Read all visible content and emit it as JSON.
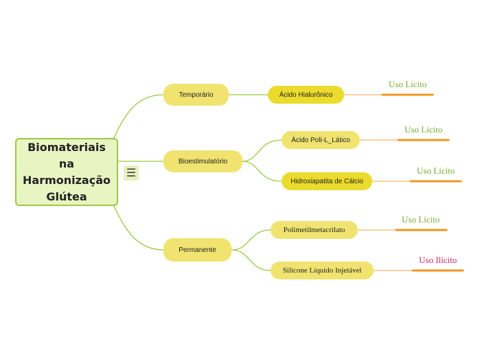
{
  "root": {
    "title": "Biomateriais\nna\nHarmonização\nGlútea"
  },
  "menu_icon": "hamburger-menu-icon",
  "colors": {
    "branch": "#9bc93c",
    "thin_line": "#f3a64a",
    "underline": "#f2941f",
    "tag_ok": "#7aaa32",
    "tag_bad": "#c8245d",
    "pill_light": "#f0e370",
    "pill_dark": "#ebdb2c"
  },
  "categories": [
    {
      "label": "Temporário",
      "materials": [
        {
          "label": "Ácido Hialurônico",
          "use": "Uso Lícito"
        }
      ]
    },
    {
      "label": "Bioestimulatório",
      "materials": [
        {
          "label": "Ácido Poli-L_Lático",
          "use": "Uso Lícito"
        },
        {
          "label": "Hidroxiapatita de Cálcio",
          "use": "Uso Lícito"
        }
      ]
    },
    {
      "label": "Permanente",
      "materials": [
        {
          "label": "Polimetilmetacrilato",
          "use": "Uso Lícito"
        },
        {
          "label": "Silicone Líquido Injetável",
          "use": "Uso Ilícito"
        }
      ]
    }
  ]
}
